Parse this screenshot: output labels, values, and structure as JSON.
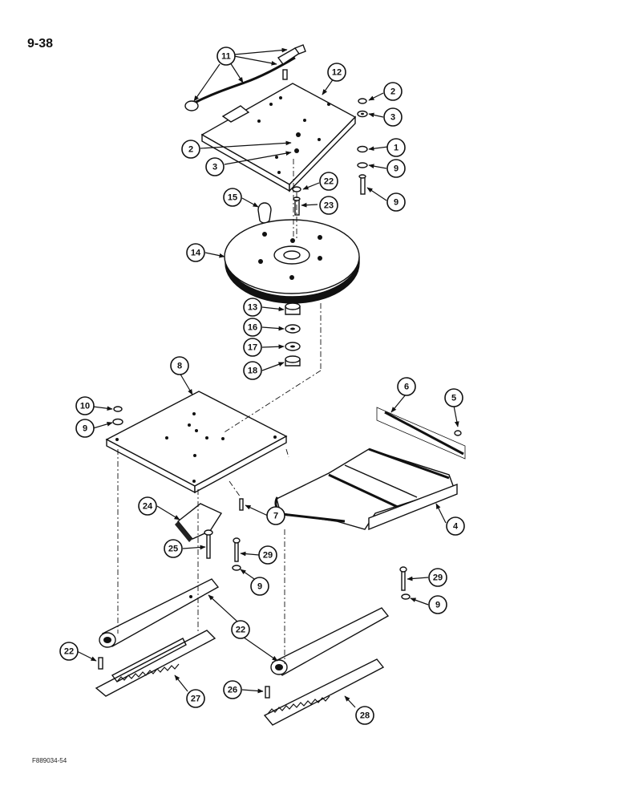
{
  "page": {
    "number": "9-38",
    "figure_code": "F889034-54"
  },
  "callouts": [
    "11",
    "12",
    "2",
    "3",
    "2",
    "3",
    "1",
    "9",
    "9",
    "23",
    "22",
    "15",
    "14",
    "13",
    "16",
    "17",
    "18",
    "8",
    "10",
    "9",
    "6",
    "5",
    "24",
    "7",
    "4",
    "25",
    "29",
    "9",
    "29",
    "9",
    "22",
    "26",
    "22",
    "27",
    "28"
  ]
}
